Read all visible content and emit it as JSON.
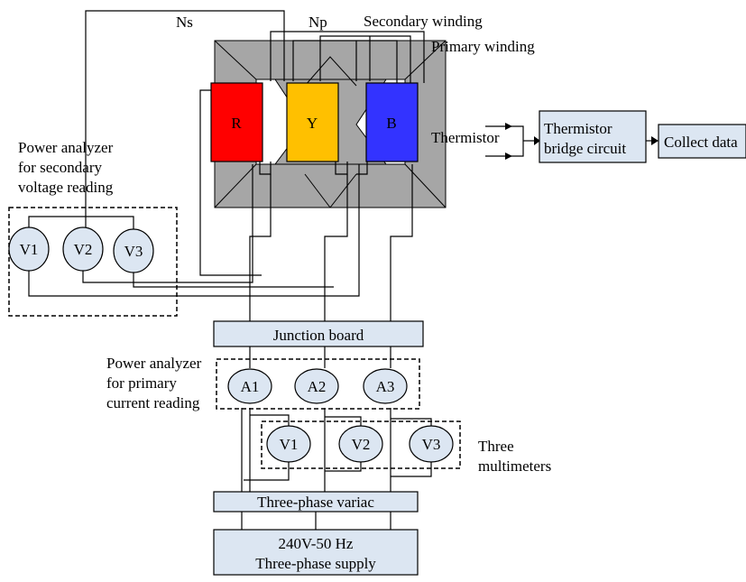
{
  "labels": {
    "ns": "Ns",
    "np": "Np",
    "secondary_winding": "Secondary winding",
    "primary_winding": "Primary winding",
    "thermistor": "Thermistor",
    "sec_analyzer": [
      "Power analyzer",
      "for secondary",
      "voltage reading"
    ],
    "pri_analyzer": [
      "Power analyzer",
      "for primary",
      "current reading"
    ],
    "three_multimeters": [
      "Three",
      "multimeters"
    ]
  },
  "boxes": {
    "thermistor_bridge": [
      "Thermistor",
      "bridge circuit"
    ],
    "collect_data": "Collect data",
    "junction_board": "Junction board",
    "variac": "Three-phase variac",
    "supply": [
      "240V-50 Hz",
      "Three-phase supply"
    ]
  },
  "phases": [
    {
      "label": "R",
      "color": "#ff0000"
    },
    {
      "label": "Y",
      "color": "#ffc000"
    },
    {
      "label": "B",
      "color": "#3333ff"
    }
  ],
  "secondary_meters": [
    "V1",
    "V2",
    "V3"
  ],
  "primary_meters": [
    "A1",
    "A2",
    "A3"
  ],
  "multimeters": [
    "V1",
    "V2",
    "V3"
  ],
  "colors": {
    "core": "#a6a6a6",
    "box_fill": "#dce6f2"
  }
}
